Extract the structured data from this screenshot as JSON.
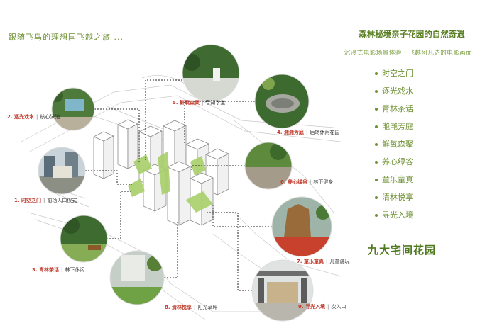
{
  "tagline": "跟随飞鸟的理想国飞越之旅 ...",
  "title": "森林秘境亲子花园的自然奇遇",
  "subtitle": "沉浸式电影场景体验 · 飞越阿凡达的电影画面",
  "garden_list": [
    "时空之门",
    "逐光戏水",
    "青林茶话",
    "滟滟芳庭",
    "鲜氧森聚",
    "养心绿谷",
    "童乐童真",
    "清林悦享",
    "寻光入境"
  ],
  "big_title": "九大宅间花园",
  "separator": "|",
  "spots": [
    {
      "name": "1. 时空之门",
      "desc": "前场入口仪式"
    },
    {
      "name": "2. 逐光戏水",
      "desc": "核心泳池"
    },
    {
      "name": "3. 青林茶话",
      "desc": "林下休闲"
    },
    {
      "name": "4. 滟滟芳庭",
      "desc": "后场休闲花园"
    },
    {
      "name": "5. 鲜氧森聚",
      "desc": "春知学堂"
    },
    {
      "name": "6. 养心绿谷",
      "desc": "林下健身"
    },
    {
      "name": "7. 童乐童真",
      "desc": "儿童游玩"
    },
    {
      "name": "8. 清林悦享",
      "desc": "阳光草坪"
    },
    {
      "name": "9. 寻光入境",
      "desc": "次入口"
    }
  ],
  "colors": {
    "accent_green": "#6f9134",
    "label_red": "#c0392b",
    "lawn": "#a9cf6a"
  }
}
